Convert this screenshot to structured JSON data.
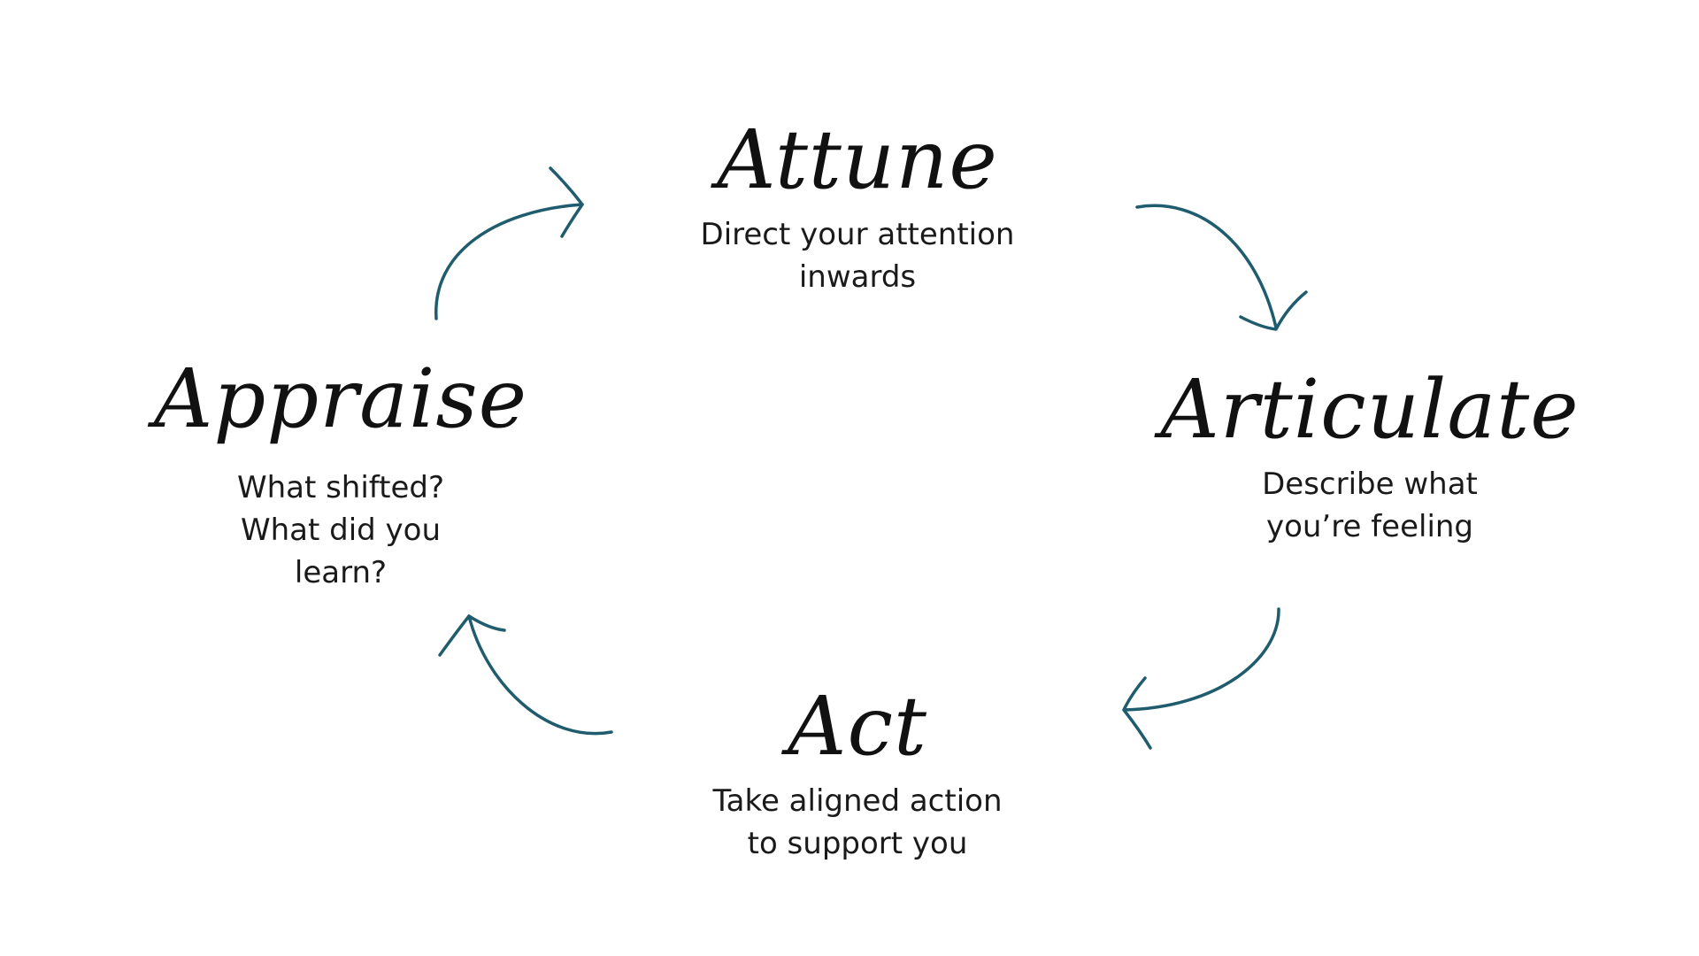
{
  "diagram": {
    "arrow_color": "#1f5c6e",
    "text_color": "#111111",
    "background": "#ffffff",
    "stages": [
      {
        "key": "attune",
        "title": "Attune",
        "description": [
          "Direct your attention",
          "inwards"
        ]
      },
      {
        "key": "articulate",
        "title": "Articulate",
        "description": [
          "Describe what",
          "you’re feeling"
        ]
      },
      {
        "key": "act",
        "title": "Act",
        "description": [
          "Take aligned action",
          "to support you"
        ]
      },
      {
        "key": "appraise",
        "title": "Appraise",
        "description": [
          "What shifted?",
          "What did you",
          "learn?"
        ]
      }
    ],
    "arrows": [
      {
        "from": "attune",
        "to": "articulate"
      },
      {
        "from": "articulate",
        "to": "act"
      },
      {
        "from": "act",
        "to": "appraise"
      },
      {
        "from": "appraise",
        "to": "attune"
      }
    ]
  }
}
